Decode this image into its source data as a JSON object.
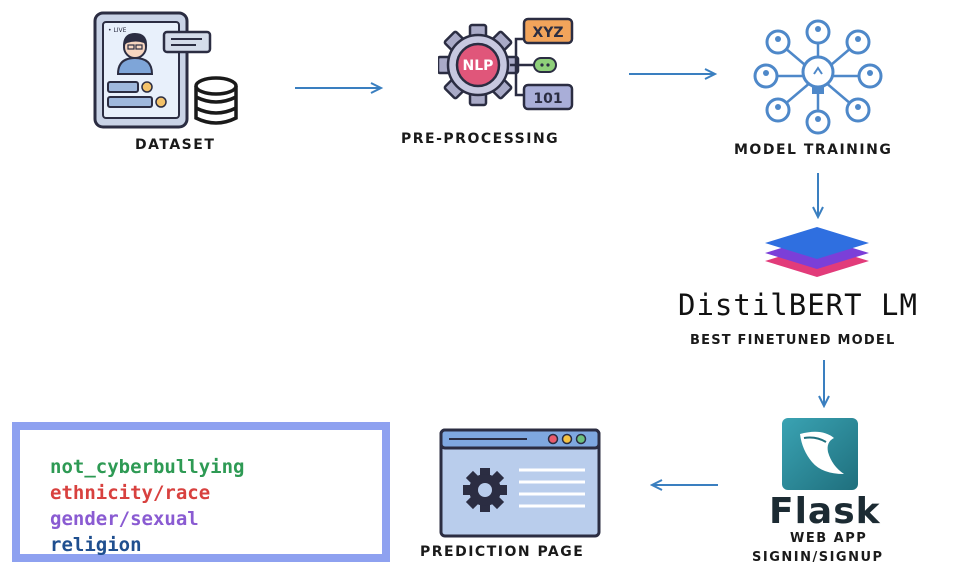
{
  "steps": {
    "dataset": "DATASET",
    "preprocessing": "PRE-PROCESSING",
    "model_training": "MODEL TRAINING",
    "distilbert": "DistilBERT LM",
    "best_model": "BEST FINETUNED MODEL",
    "flask": "Flask",
    "web_app": "WEB APP",
    "signin": "SIGNIN/SIGNUP",
    "prediction_page": "PREDICTION PAGE"
  },
  "icons": {
    "live_badge": "• LIVE",
    "nlp": "NLP",
    "xyz": "XYZ",
    "bin": "101"
  },
  "classes": [
    {
      "label": "not_cyberbullying",
      "color": "#2e9a54"
    },
    {
      "label": "ethnicity/race",
      "color": "#d8413f"
    },
    {
      "label": "gender/sexual",
      "color": "#8a5bd2"
    },
    {
      "label": "religion",
      "color": "#1f4f8f"
    }
  ],
  "colors": {
    "arrow": "#3a7fc0",
    "box_border": "#8ea1f0"
  }
}
